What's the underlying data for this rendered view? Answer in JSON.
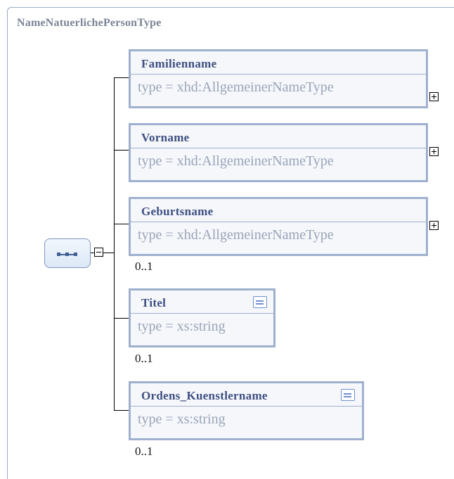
{
  "diagram": {
    "type_name": "NameNatuerlichePersonType",
    "elements": [
      {
        "name": "Familienname",
        "type": "type = xhd:AllgemeinerNameType",
        "occurrence": ""
      },
      {
        "name": "Vorname",
        "type": "type = xhd:AllgemeinerNameType",
        "occurrence": ""
      },
      {
        "name": "Geburtsname",
        "type": "type = xhd:AllgemeinerNameType",
        "occurrence": "0..1"
      },
      {
        "name": "Titel",
        "type": "type = xs:string",
        "occurrence": "0..1"
      },
      {
        "name": "Ordens_Kuenstlername",
        "type": "type = xs:string",
        "occurrence": "0..1"
      }
    ]
  }
}
